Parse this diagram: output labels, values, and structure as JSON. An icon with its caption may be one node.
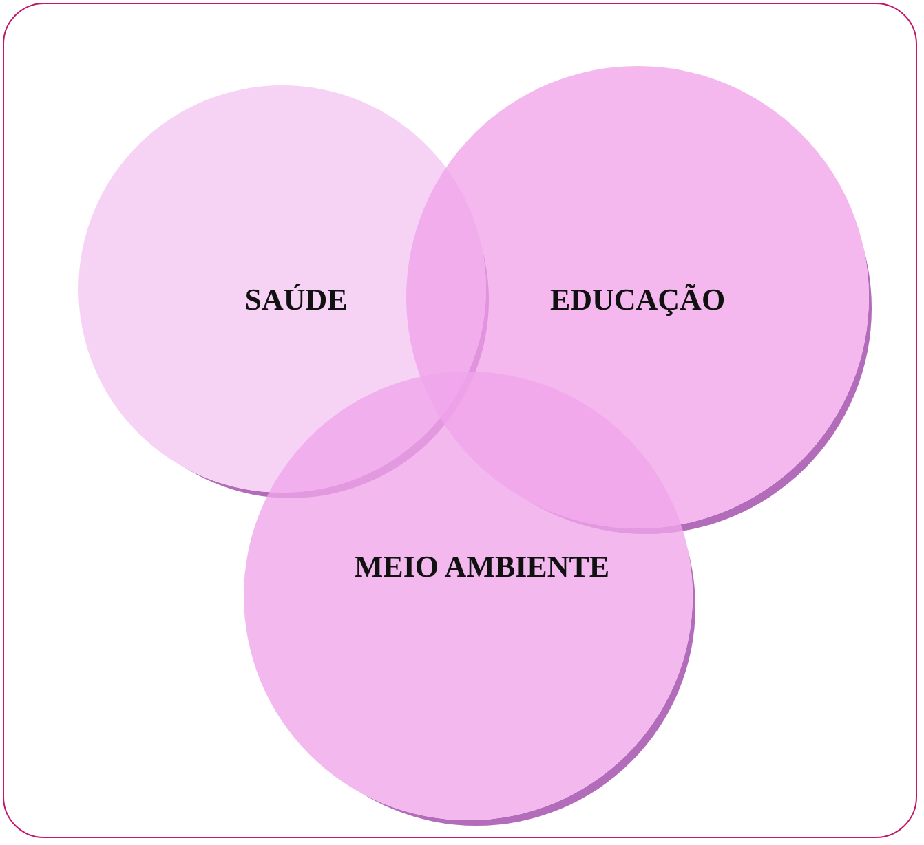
{
  "diagram": {
    "nodes": [
      {
        "text": [
          "SAÚDE"
        ]
      },
      {
        "text": [
          "EDUCAÇÃO"
        ]
      },
      {
        "text": [
          "MEIO AMBIENTE"
        ]
      }
    ]
  }
}
